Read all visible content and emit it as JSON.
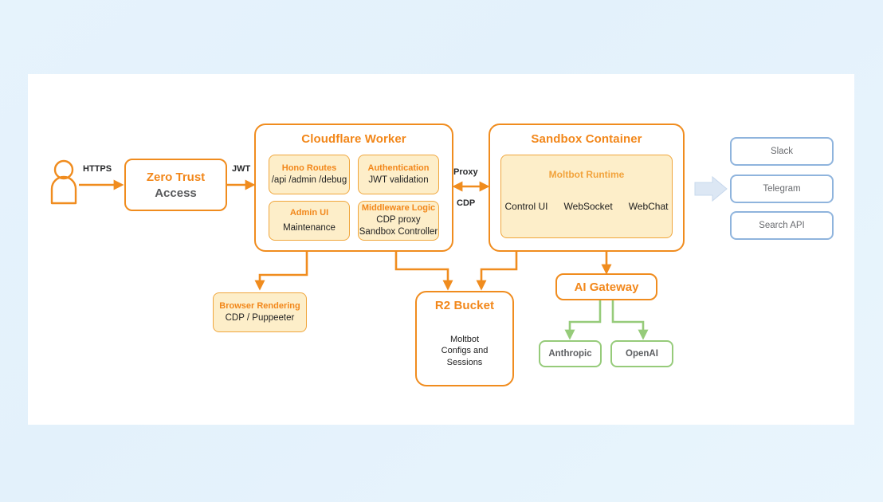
{
  "canvas": {
    "background": "#ffffff",
    "page_background": "#e6f3fc"
  },
  "colors": {
    "orange": "#f08c1e",
    "orange_title": "#f2871a",
    "cream_fill": "#fdeec9",
    "blue_border": "#8fb4dd",
    "green_border": "#96cb7a",
    "gray_text": "#58595b"
  },
  "actor": {
    "name": "user-actor",
    "icon": "person-icon"
  },
  "edges": {
    "https": "HTTPS",
    "jwt": "JWT",
    "proxy": "Proxy",
    "cdp": "CDP"
  },
  "zero_trust": {
    "title": "Zero Trust",
    "subtitle": "Access"
  },
  "cloudflare_worker": {
    "title": "Cloudflare Worker",
    "modules": [
      {
        "title": "Hono Routes",
        "lines": [
          "/api /admin /debug"
        ]
      },
      {
        "title": "Authentication",
        "lines": [
          "JWT validation"
        ]
      },
      {
        "title": "Admin UI",
        "lines": [
          "Maintenance"
        ]
      },
      {
        "title": "Middleware Logic",
        "lines": [
          "CDP proxy",
          "Sandbox Controller"
        ]
      }
    ]
  },
  "sandbox_container": {
    "title": "Sandbox Container",
    "runtime": {
      "title": "Moltbot Runtime",
      "items": [
        "Control UI",
        "WebSocket",
        "WebChat"
      ]
    }
  },
  "integrations": [
    {
      "label": "Slack"
    },
    {
      "label": "Telegram"
    },
    {
      "label": "Search API"
    }
  ],
  "browser_rendering": {
    "title": "Browser Rendering",
    "lines": [
      "CDP / Puppeeter"
    ]
  },
  "r2_bucket": {
    "title": "R2 Bucket",
    "cylinder_lines": [
      "Moltbot",
      "Configs and",
      "Sessions"
    ]
  },
  "ai_gateway": {
    "title": "AI Gateway",
    "providers": [
      {
        "label": "Anthropic"
      },
      {
        "label": "OpenAI"
      }
    ]
  }
}
